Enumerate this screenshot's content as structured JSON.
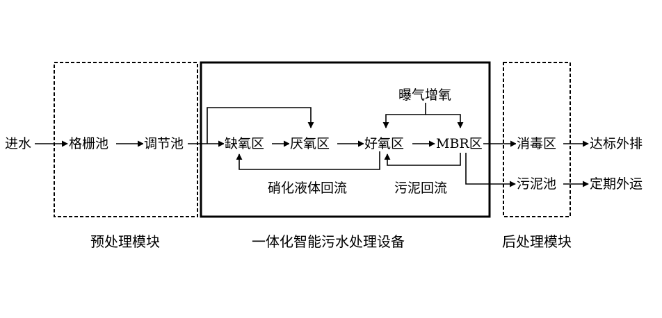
{
  "nodes": {
    "inflow": "进水",
    "screen_tank": "格栅池",
    "equalization_tank": "调节池",
    "anoxic_zone": "缺氧区",
    "anaerobic_zone": "厌氧区",
    "aerobic_zone": "好氧区",
    "mbr_zone": "MBR区",
    "disinfection_zone": "消毒区",
    "sludge_tank": "污泥池",
    "discharge": "达标外排",
    "sludge_disposal": "定期外运"
  },
  "annotations": {
    "aeration": "曝气增氧",
    "nitrified_return": "硝化液体回流",
    "sludge_return": "污泥回流"
  },
  "modules": {
    "pretreatment": "预处理模块",
    "integrated_equipment": "一体化智能污水处理设备",
    "posttreatment": "后处理模块"
  }
}
